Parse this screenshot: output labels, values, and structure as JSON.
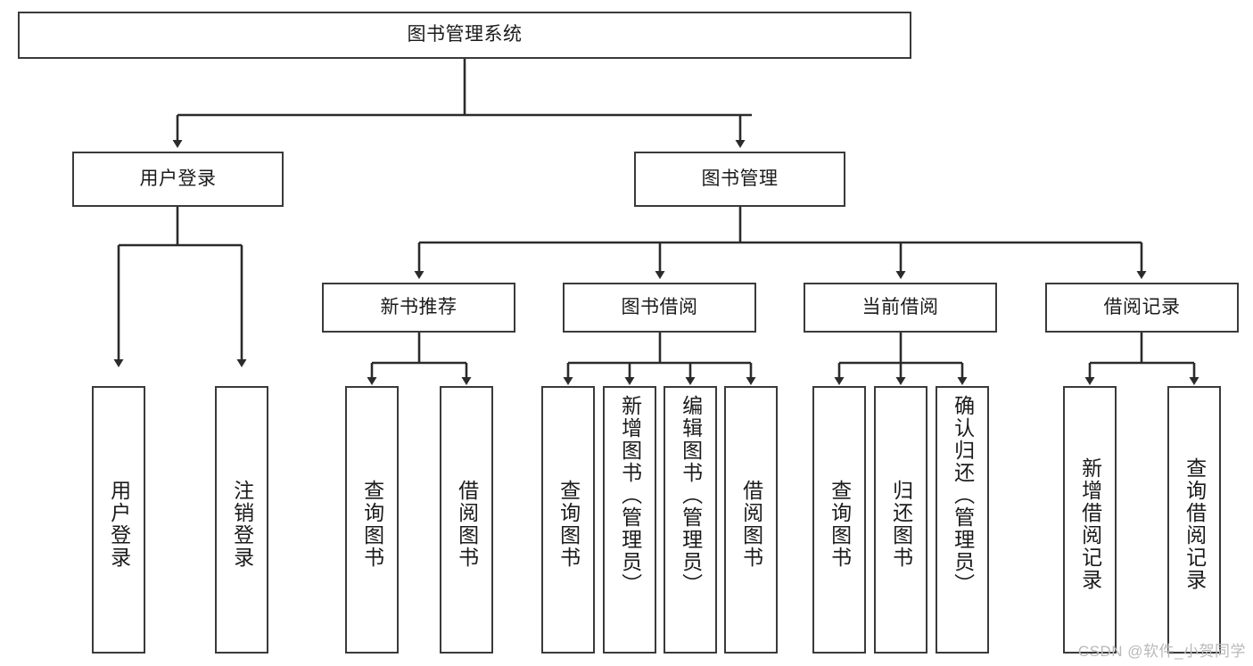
{
  "diagram": {
    "type": "tree-hierarchy-chart",
    "title": "图书管理系统",
    "colors": {
      "box_border": "#3a3a3a",
      "box_fill": "#ffffff",
      "connector": "#2b2b2b",
      "text": "#1b1b1b",
      "watermark": "#b9b9b9",
      "background": "#ffffff"
    },
    "root": {
      "label": "图书管理系统"
    },
    "level2": [
      {
        "label": "用户登录"
      },
      {
        "label": "图书管理"
      }
    ],
    "level3": [
      {
        "label": "新书推荐"
      },
      {
        "label": "图书借阅"
      },
      {
        "label": "当前借阅"
      },
      {
        "label": "借阅记录"
      }
    ],
    "leaves": {
      "user_login": [
        {
          "label": "用户登录"
        },
        {
          "label": "注销登录"
        }
      ],
      "new_book_recommend": [
        {
          "label": "查询图书"
        },
        {
          "label": "借阅图书"
        }
      ],
      "book_borrow": [
        {
          "label": "查询图书"
        },
        {
          "label": "新增图书（管理员）"
        },
        {
          "label": "编辑图书（管理员）"
        },
        {
          "label": "借阅图书"
        }
      ],
      "current_borrow": [
        {
          "label": "查询图书"
        },
        {
          "label": "归还图书"
        },
        {
          "label": "确认归还（管理员）"
        }
      ],
      "borrow_record": [
        {
          "label": "新增借阅记录"
        },
        {
          "label": "查询借阅记录"
        }
      ]
    }
  },
  "watermark": {
    "text": "CSDN @软件_小贺同学"
  }
}
